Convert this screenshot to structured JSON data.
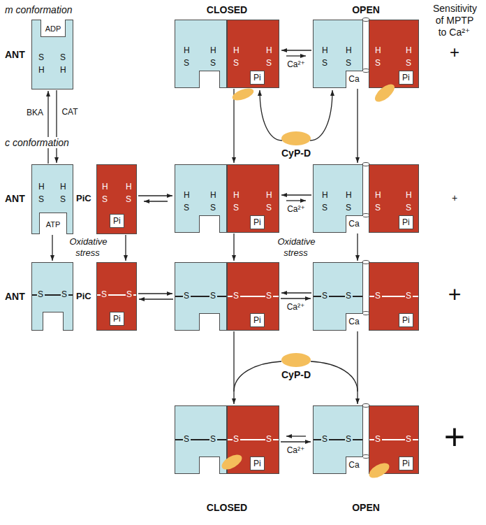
{
  "diagram": {
    "nodes": [
      {
        "text": [
          "ADP",
          "S",
          "S",
          "H",
          "H"
        ]
      },
      {
        "text": [
          "H",
          "H",
          "S",
          "S"
        ]
      },
      {
        "text": [
          "H",
          "H",
          "S",
          "S",
          "Pi"
        ]
      },
      {
        "text": [
          "H",
          "H",
          "S",
          "S",
          "Ca"
        ]
      },
      {
        "text": [
          "H",
          "H",
          "S",
          "S",
          "Pi"
        ]
      },
      {
        "text": [
          "H",
          "H",
          "S",
          "S",
          "ATP"
        ]
      },
      {
        "text": [
          "H",
          "H",
          "S",
          "S",
          "Pi"
        ]
      },
      {
        "text": [
          "H",
          "H",
          "S",
          "S"
        ]
      },
      {
        "text": [
          "H",
          "H",
          "S",
          "S",
          "Pi"
        ]
      },
      {
        "text": [
          "H",
          "H",
          "S",
          "S",
          "Ca"
        ]
      },
      {
        "text": [
          "H",
          "H",
          "S",
          "S",
          "Pi"
        ]
      },
      {
        "text": [
          "S",
          "S"
        ]
      },
      {
        "text": [
          "S",
          "S",
          "Pi"
        ]
      },
      {
        "text": [
          "S",
          "S"
        ]
      },
      {
        "text": [
          "S",
          "S",
          "Pi"
        ]
      },
      {
        "text": [
          "S",
          "S",
          "Ca"
        ]
      },
      {
        "text": [
          "S",
          "S",
          "Pi"
        ]
      },
      {
        "text": [
          "S",
          "S"
        ]
      },
      {
        "text": [
          "S",
          "S",
          "Pi"
        ]
      },
      {
        "text": [
          "S",
          "S",
          "Ca"
        ]
      },
      {
        "text": [
          "S",
          "S",
          "Pi"
        ]
      }
    ],
    "edges": [
      {
        "from": 5,
        "to": 0,
        "arrow": "to",
        "label": "BKA"
      },
      {
        "from": 0,
        "to": 5,
        "arrow": "to",
        "label": "CAT"
      },
      {
        "from": 3,
        "to": 2,
        "arrow": "to"
      },
      {
        "from": 2,
        "to": 3,
        "arrow": "to",
        "label": "Ca²⁺"
      },
      {
        "from": 2,
        "to": 8,
        "arrow": "to"
      },
      {
        "from": 3,
        "to": 9,
        "arrow": "to"
      },
      {
        "from": 6,
        "to": 7,
        "arrow": "to"
      },
      {
        "from": 7,
        "to": 6,
        "arrow": "to"
      },
      {
        "from": 9,
        "to": 8,
        "arrow": "to"
      },
      {
        "from": 8,
        "to": 9,
        "arrow": "to",
        "label": "Ca²⁺"
      },
      {
        "from": 5,
        "to": 11,
        "arrow": "to"
      },
      {
        "from": 6,
        "to": 12,
        "arrow": "to"
      },
      {
        "from": 8,
        "to": 14,
        "arrow": "to"
      },
      {
        "from": 9,
        "to": 15,
        "arrow": "to"
      },
      {
        "from": 12,
        "to": 13,
        "arrow": "to"
      },
      {
        "from": 13,
        "to": 12,
        "arrow": "to"
      },
      {
        "from": 15,
        "to": 14,
        "arrow": "to"
      },
      {
        "from": 14,
        "to": 15,
        "arrow": "to",
        "label": "Ca²⁺"
      },
      {
        "from": 14,
        "to": 18,
        "arrow": "to"
      },
      {
        "from": 15,
        "to": 19,
        "arrow": "to"
      },
      {
        "from": 19,
        "to": 18,
        "arrow": "to"
      },
      {
        "from": 18,
        "to": 19,
        "arrow": "to",
        "label": "Ca²⁺"
      }
    ],
    "labels": [
      "m conformation",
      "CLOSED",
      "OPEN",
      "Sensitivity of MPTP to Ca²⁺",
      "ANT",
      "+",
      "CyP-D",
      "c conformation",
      "ANT",
      "PiC",
      "+",
      "Oxidative stress",
      "Oxidative stress",
      "ANT",
      "PiC",
      "+",
      "CyP-D",
      "+",
      "CLOSED",
      "OPEN"
    ]
  }
}
